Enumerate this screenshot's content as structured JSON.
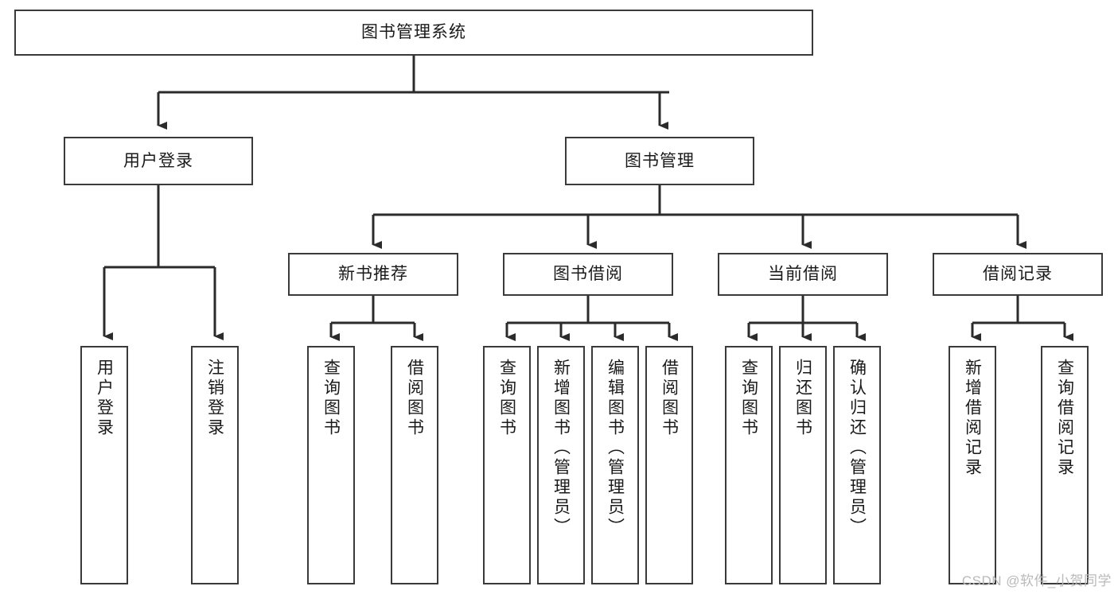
{
  "diagram": {
    "type": "tree-hierarchy-chart",
    "title": "图书管理系统",
    "watermark": "CSDN @软件_小贺同学",
    "colors": {
      "box_border": "#3a3a3a",
      "box_fill": "#ffffff",
      "connector": "#2b2b2b",
      "text": "#1a1a1a",
      "watermark": "#b9b9b9",
      "page_background": "#ffffff"
    },
    "root": {
      "label": "图书管理系统"
    },
    "level2": [
      {
        "label": "用户登录"
      },
      {
        "label": "图书管理"
      }
    ],
    "level3": [
      {
        "label": "新书推荐"
      },
      {
        "label": "图书借阅"
      },
      {
        "label": "当前借阅"
      },
      {
        "label": "借阅记录"
      }
    ],
    "leaves": {
      "user_login": [
        {
          "label": "用户登录"
        },
        {
          "label": "注销登录"
        }
      ],
      "new_book_recommend": [
        {
          "label": "查询图书"
        },
        {
          "label": "借阅图书"
        }
      ],
      "book_borrow": [
        {
          "label": "查询图书"
        },
        {
          "label": "新增图书（管理员）"
        },
        {
          "label": "编辑图书（管理员）"
        },
        {
          "label": "借阅图书"
        }
      ],
      "current_borrow": [
        {
          "label": "查询图书"
        },
        {
          "label": "归还图书"
        },
        {
          "label": "确认归还（管理员）"
        }
      ],
      "borrow_record": [
        {
          "label": "新增借阅记录"
        },
        {
          "label": "查询借阅记录"
        }
      ]
    }
  }
}
